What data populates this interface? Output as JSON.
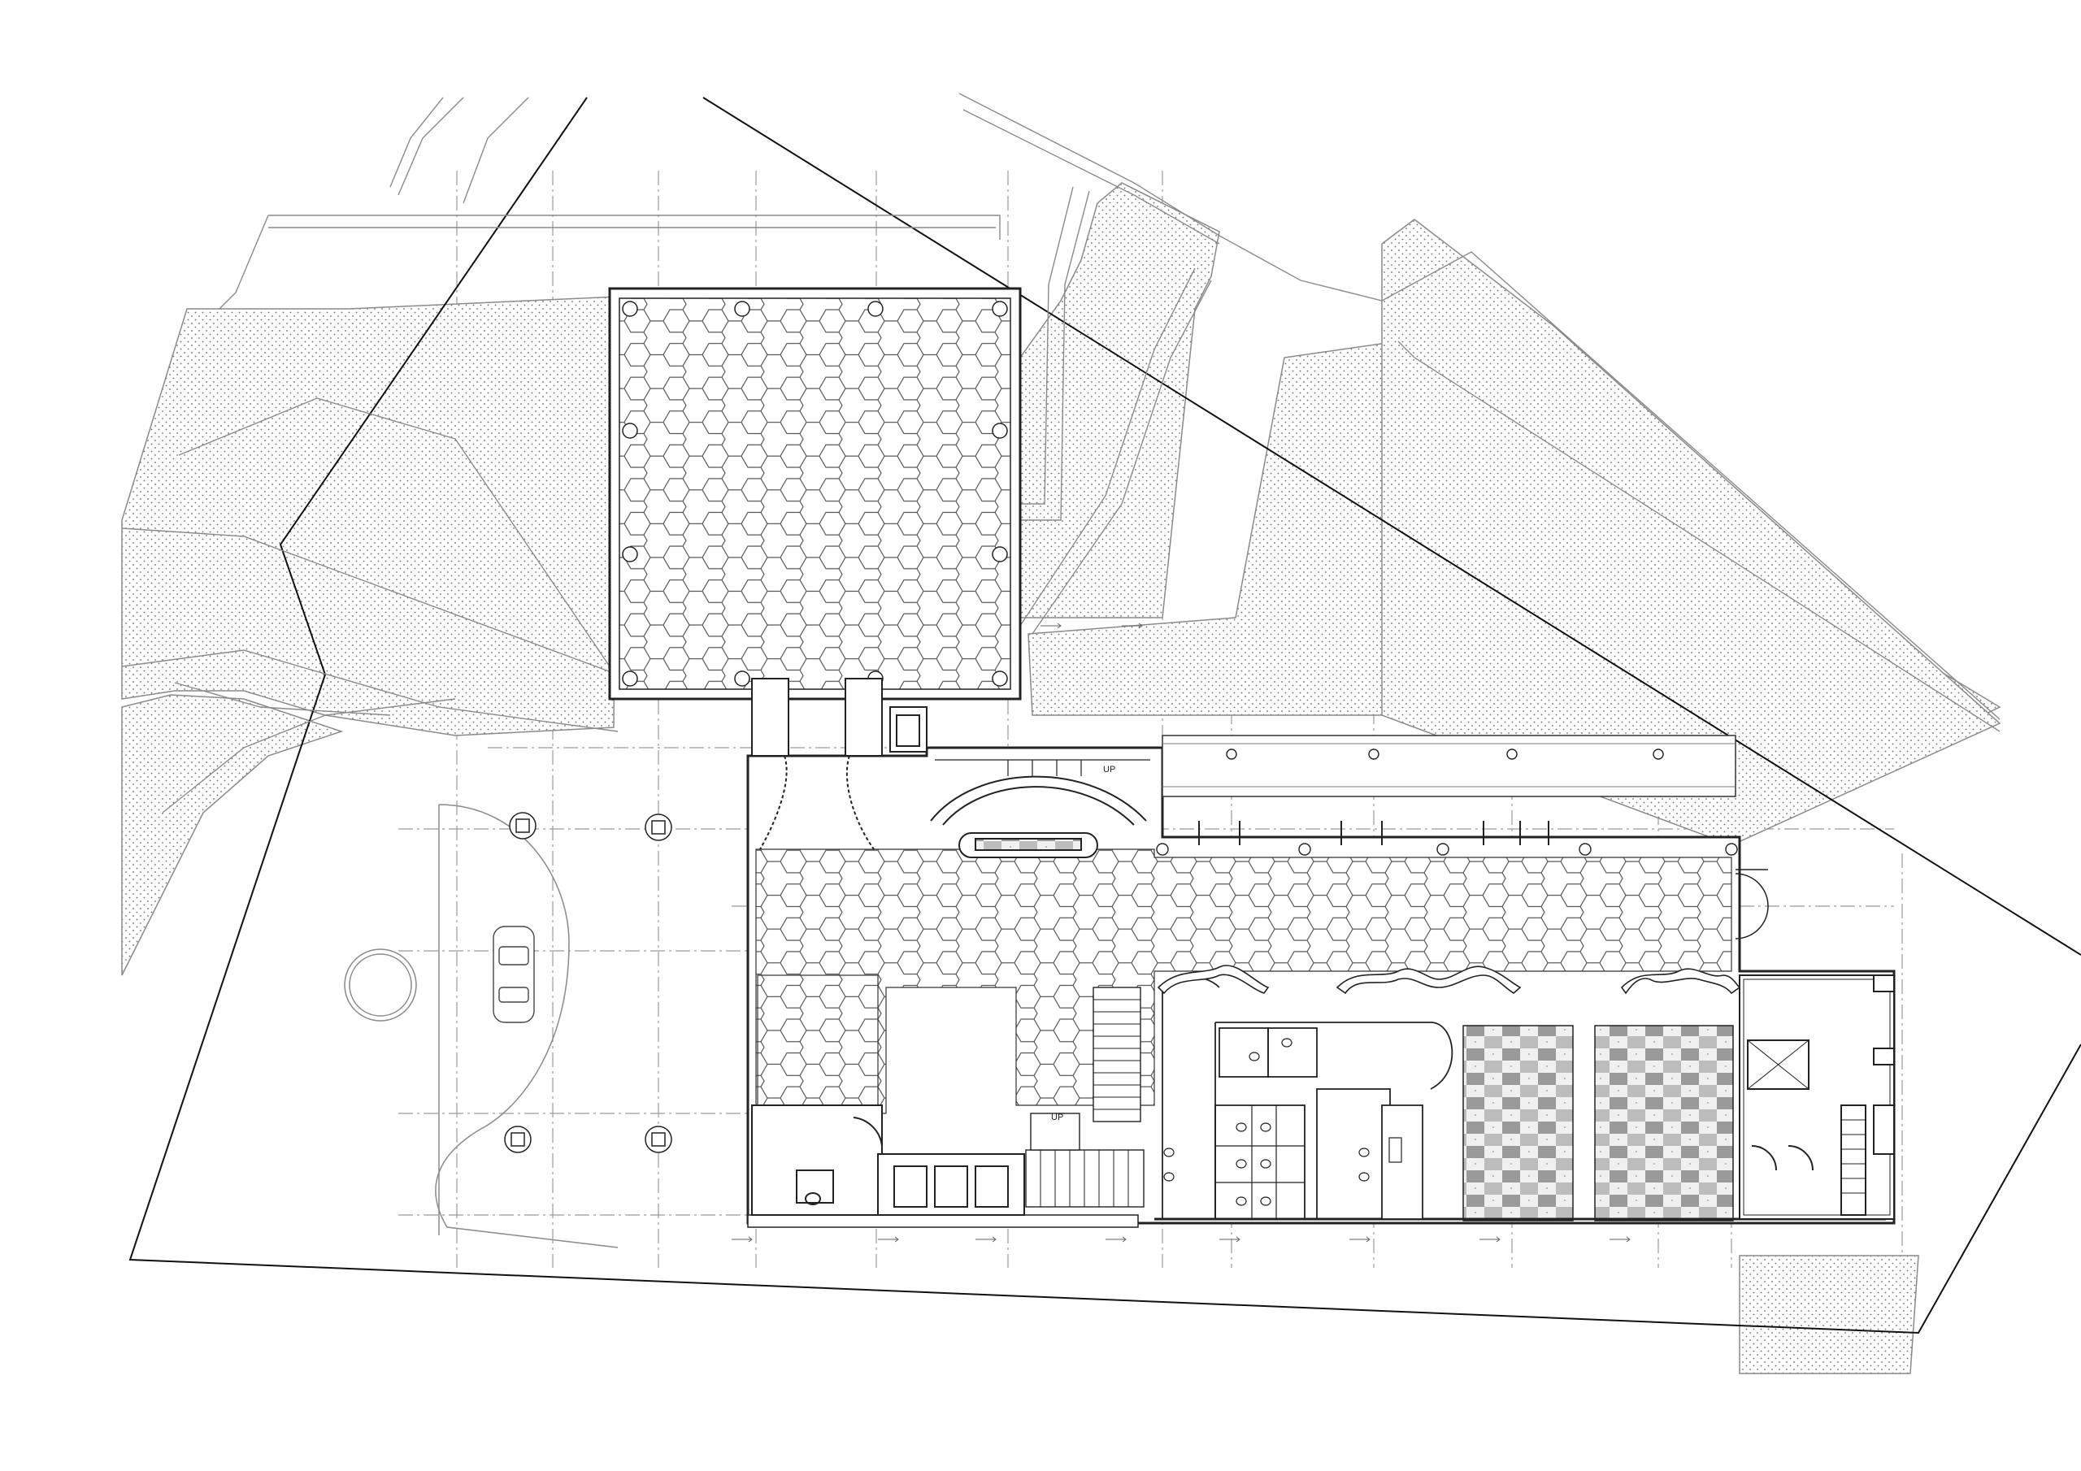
{
  "drawing": {
    "type": "architectural-floor-plan",
    "annotations": {
      "up_stair_upper": "UP",
      "up_stair_lower": "UP"
    },
    "colors": {
      "line": "#222222",
      "light_line": "#8a8a8a",
      "grid_line": "#9a9a9a",
      "stipple": "#555555",
      "paving": "#f4f4f4",
      "tile_dark": "#8c8c8c",
      "tile_mid": "#b8b8b8",
      "background": "#ffffff"
    },
    "icons": {
      "car": "car-icon",
      "column": "column-icon",
      "stair": "stair-icon",
      "door": "door-swing-icon",
      "elevator": "elevator-icon"
    }
  }
}
